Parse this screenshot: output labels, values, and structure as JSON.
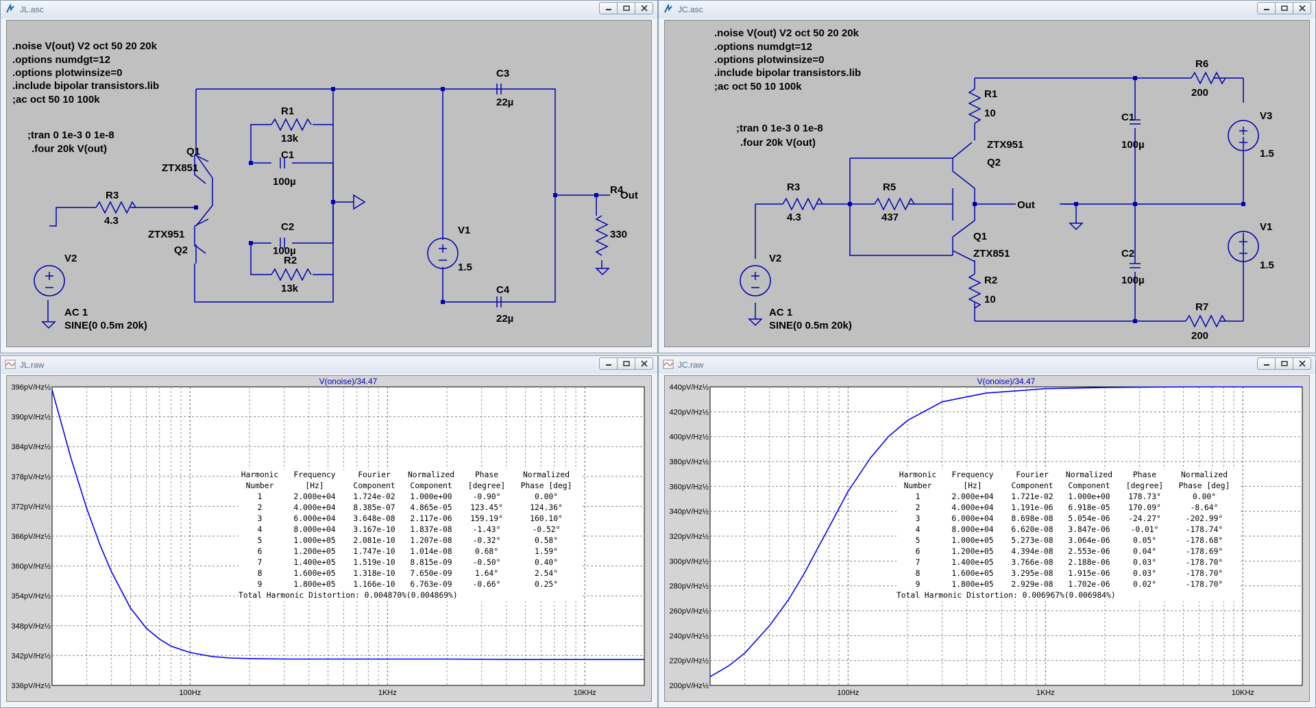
{
  "windows": {
    "jl_sch": {
      "title": "JL.asc"
    },
    "jc_sch": {
      "title": "JC.asc"
    },
    "jl_raw": {
      "title": "JL.raw",
      "trace": "V(onoise)/34.47"
    },
    "jc_raw": {
      "title": "JC.raw",
      "trace": "V(onoise)/34.47"
    }
  },
  "jl": {
    "directives": [
      ".noise V(out) V2 oct 50 20 20k",
      ".options numdgt=12",
      ".options plotwinsize=0",
      ".include bipolar transistors.lib",
      ";ac oct 50 10 100k"
    ],
    "directives2": [
      ";tran 0 1e-3 0 1e-8",
      ".four 20k V(out)"
    ],
    "labels": {
      "q1": "Q1",
      "q1m": "ZTX851",
      "q2": "Q2",
      "q2m": "ZTX951",
      "r1": "R1",
      "r1v": "13k",
      "r2": "R2",
      "r2v": "13k",
      "r3": "R3",
      "r3v": "4.3",
      "r4": "R4",
      "r4v": "330",
      "c1": "C1",
      "c1v": "100µ",
      "c2": "C2",
      "c2v": "100µ",
      "c3": "C3",
      "c3v": "22µ",
      "c4": "C4",
      "c4v": "22µ",
      "v1": "V1",
      "v1v": "1.5",
      "v2": "V2",
      "v2a": "AC 1",
      "v2b": "SINE(0 0.5m 20k)",
      "out": "Out"
    }
  },
  "jc": {
    "directives": [
      ".noise V(out) V2 oct 50 20 20k",
      ".options numdgt=12",
      ".options plotwinsize=0",
      ".include bipolar transistors.lib",
      ";ac oct 50 10 100k"
    ],
    "directives2": [
      ";tran 0 1e-3 0 1e-8",
      ".four 20k V(out)"
    ],
    "labels": {
      "r1": "R1",
      "r1v": "10",
      "r2": "R2",
      "r2v": "10",
      "r3": "R3",
      "r3v": "4.3",
      "r5": "R5",
      "r5v": "437",
      "r6": "R6",
      "r6v": "200",
      "r7": "R7",
      "r7v": "200",
      "q2": "Q2",
      "q2m": "ZTX951",
      "q1": "Q1",
      "q1m": "ZTX851",
      "c1": "C1",
      "c1v": "100µ",
      "c2": "C2",
      "c2v": "100µ",
      "v3": "V3",
      "v3v": "1.5",
      "v1": "V1",
      "v1v": "1.5",
      "v2": "V2",
      "v2a": "AC 1",
      "v2b": "SINE(0 0.5m 20k)",
      "out": "Out"
    }
  },
  "fourier": {
    "header1": [
      "Harmonic",
      "Frequency",
      "Fourier",
      "Normalized",
      "Phase",
      "Normalized"
    ],
    "header2": [
      "Number",
      "[Hz]",
      "Component",
      "Component",
      "[degree]",
      "Phase [deg]"
    ],
    "jl_rows": [
      [
        "1",
        "2.000e+04",
        "1.724e-02",
        "1.000e+00",
        "-0.90°",
        "0.00°"
      ],
      [
        "2",
        "4.000e+04",
        "8.385e-07",
        "4.865e-05",
        "123.45°",
        "124.36°"
      ],
      [
        "3",
        "6.000e+04",
        "3.648e-08",
        "2.117e-06",
        "159.19°",
        "160.10°"
      ],
      [
        "4",
        "8.000e+04",
        "3.167e-10",
        "1.837e-08",
        "-1.43°",
        "-0.52°"
      ],
      [
        "5",
        "1.000e+05",
        "2.081e-10",
        "1.207e-08",
        "-0.32°",
        "0.58°"
      ],
      [
        "6",
        "1.200e+05",
        "1.747e-10",
        "1.014e-08",
        "0.68°",
        "1.59°"
      ],
      [
        "7",
        "1.400e+05",
        "1.519e-10",
        "8.815e-09",
        "-0.50°",
        "0.40°"
      ],
      [
        "8",
        "1.600e+05",
        "1.318e-10",
        "7.650e-09",
        "1.64°",
        "2.54°"
      ],
      [
        "9",
        "1.800e+05",
        "1.166e-10",
        "6.763e-09",
        "-0.66°",
        "0.25°"
      ]
    ],
    "jl_thd": "Total Harmonic Distortion: 0.004870%(0.004869%)",
    "jc_rows": [
      [
        "1",
        "2.000e+04",
        "1.721e-02",
        "1.000e+00",
        "178.73°",
        "0.00°"
      ],
      [
        "2",
        "4.000e+04",
        "1.191e-06",
        "6.918e-05",
        "170.09°",
        "-8.64°"
      ],
      [
        "3",
        "6.000e+04",
        "8.698e-08",
        "5.054e-06",
        "-24.27°",
        "-202.99°"
      ],
      [
        "4",
        "8.000e+04",
        "6.620e-08",
        "3.847e-06",
        "-0.01°",
        "-178.74°"
      ],
      [
        "5",
        "1.000e+05",
        "5.273e-08",
        "3.064e-06",
        "0.05°",
        "-178.68°"
      ],
      [
        "6",
        "1.200e+05",
        "4.394e-08",
        "2.553e-06",
        "0.04°",
        "-178.69°"
      ],
      [
        "7",
        "1.400e+05",
        "3.766e-08",
        "2.188e-06",
        "0.03°",
        "-178.70°"
      ],
      [
        "8",
        "1.600e+05",
        "3.295e-08",
        "1.915e-06",
        "0.03°",
        "-178.70°"
      ],
      [
        "9",
        "1.800e+05",
        "2.929e-08",
        "1.702e-06",
        "0.02°",
        "-178.70°"
      ]
    ],
    "jc_thd": "Total Harmonic Distortion: 0.006967%(0.006984%)"
  },
  "chart_data": [
    {
      "type": "line",
      "title": "V(onoise)/34.47",
      "xscale": "log",
      "xlim": [
        20,
        20000
      ],
      "ylim": [
        336,
        396
      ],
      "yticks": [
        "396pV/Hz½",
        "390pV/Hz½",
        "384pV/Hz½",
        "378pV/Hz½",
        "372pV/Hz½",
        "366pV/Hz½",
        "360pV/Hz½",
        "354pV/Hz½",
        "348pV/Hz½",
        "342pV/Hz½",
        "336pV/Hz½"
      ],
      "xticks": [
        "100Hz",
        "1KHz",
        "10KHz"
      ],
      "color": "#0000ff",
      "series": [
        {
          "x": [
            20,
            25,
            30,
            35,
            40,
            50,
            60,
            70,
            80,
            100,
            130,
            160,
            200,
            300,
            500,
            1000,
            2000,
            5000,
            10000,
            20000
          ],
          "y": [
            395.4,
            381.5,
            371.5,
            364.2,
            358.8,
            351.5,
            347.5,
            345.3,
            343.9,
            342.6,
            341.8,
            341.5,
            341.4,
            341.3,
            341.3,
            341.3,
            341.3,
            341.2,
            341.2,
            341.2
          ]
        }
      ]
    },
    {
      "type": "line",
      "title": "V(onoise)/34.47",
      "xscale": "log",
      "xlim": [
        20,
        20000
      ],
      "ylim": [
        200,
        440
      ],
      "yticks": [
        "440pV/Hz½",
        "420pV/Hz½",
        "400pV/Hz½",
        "380pV/Hz½",
        "360pV/Hz½",
        "340pV/Hz½",
        "320pV/Hz½",
        "300pV/Hz½",
        "280pV/Hz½",
        "260pV/Hz½",
        "240pV/Hz½",
        "220pV/Hz½",
        "200pV/Hz½"
      ],
      "xticks": [
        "100Hz",
        "1KHz",
        "10KHz"
      ],
      "color": "#0000ff",
      "series": [
        {
          "x": [
            20,
            25,
            30,
            40,
            50,
            60,
            70,
            80,
            100,
            130,
            160,
            200,
            300,
            500,
            1000,
            2000,
            5000,
            10000,
            20000
          ],
          "y": [
            207,
            216,
            226,
            248,
            269,
            290,
            310,
            327,
            356,
            383,
            400,
            413,
            428,
            435,
            438.5,
            439.5,
            440,
            440,
            440
          ]
        }
      ]
    }
  ]
}
